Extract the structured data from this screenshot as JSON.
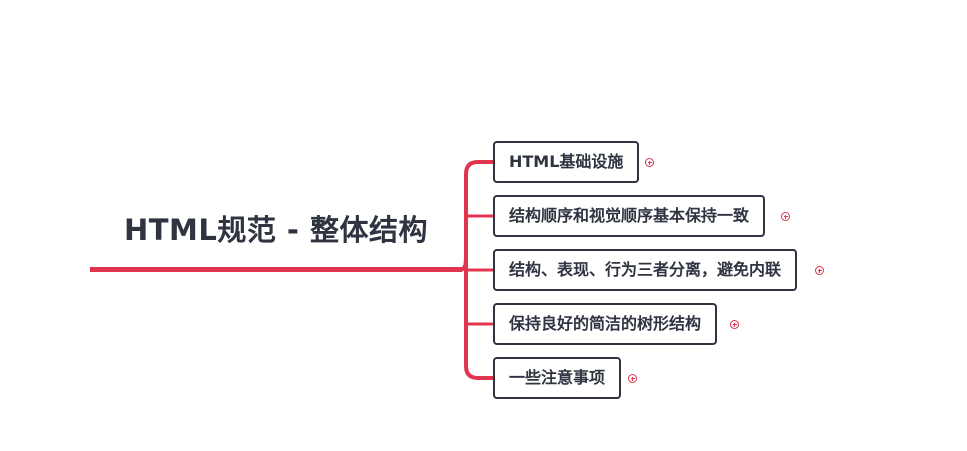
{
  "root": {
    "title": "HTML规范 - 整体结构"
  },
  "branches": [
    {
      "label": "HTML基础设施"
    },
    {
      "label": "结构顺序和视觉顺序基本保持一致"
    },
    {
      "label": "结构、表现、行为三者分离，避免内联"
    },
    {
      "label": "保持良好的简洁的树形结构"
    },
    {
      "label": "一些注意事项"
    }
  ],
  "colors": {
    "connector": "#e0344f",
    "node_border": "#2f3440",
    "text": "#2f3440"
  },
  "icons": {
    "expand": "plus-circle"
  }
}
